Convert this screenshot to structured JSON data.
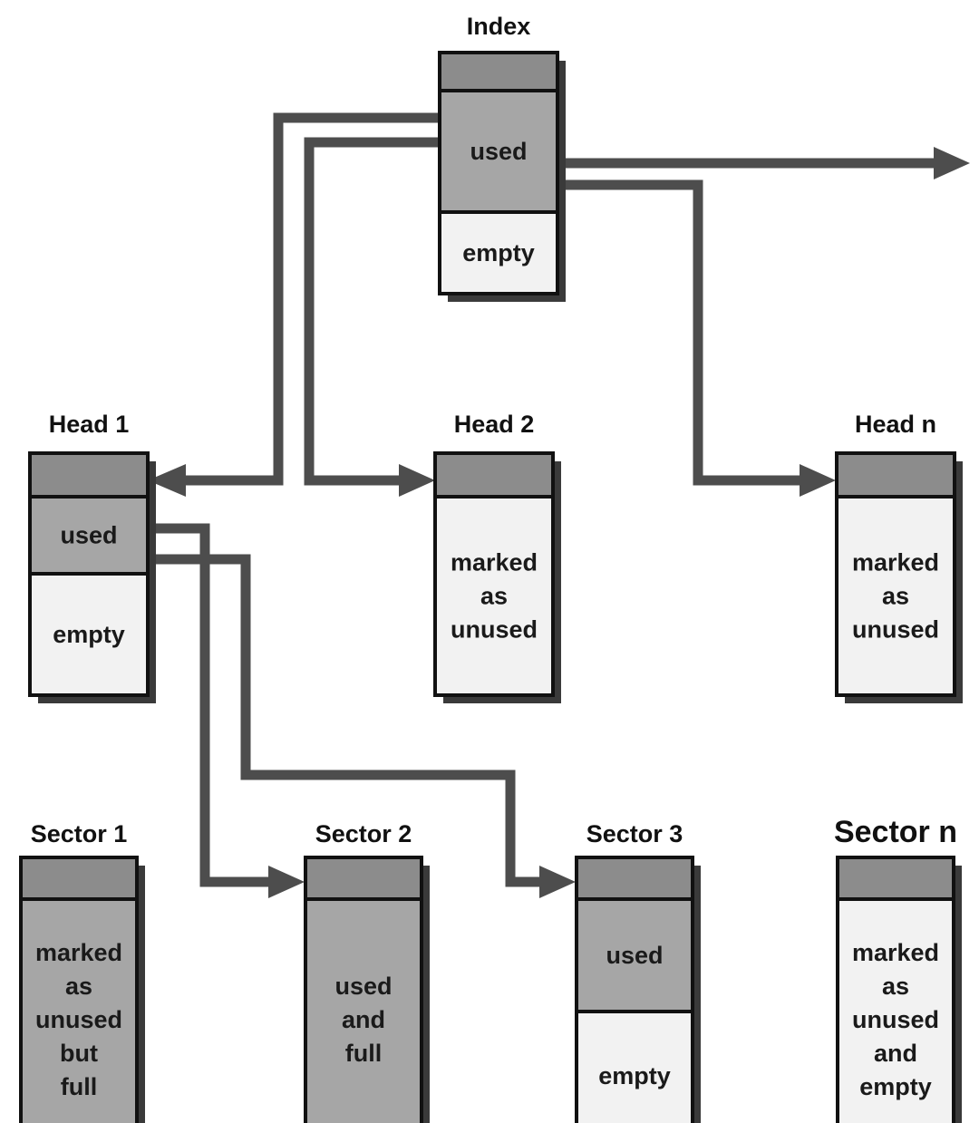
{
  "colors": {
    "header": "#8c8c8c",
    "used": "#a6a6a6",
    "empty": "#f2f2f2",
    "arrow": "#4d4d4d"
  },
  "blocks": {
    "index": {
      "title": "Index",
      "cells": [
        {
          "fill": "header",
          "lines": []
        },
        {
          "fill": "used",
          "lines": [
            "used"
          ]
        },
        {
          "fill": "empty",
          "lines": [
            "empty"
          ]
        }
      ]
    },
    "head1": {
      "title": "Head 1",
      "cells": [
        {
          "fill": "header",
          "lines": []
        },
        {
          "fill": "used",
          "lines": [
            "used"
          ]
        },
        {
          "fill": "empty",
          "lines": [
            "empty"
          ]
        }
      ]
    },
    "head2": {
      "title": "Head 2",
      "cells": [
        {
          "fill": "header",
          "lines": []
        },
        {
          "fill": "empty",
          "lines": [
            "marked",
            "as",
            "unused"
          ]
        }
      ]
    },
    "headn": {
      "title": "Head n",
      "cells": [
        {
          "fill": "header",
          "lines": []
        },
        {
          "fill": "empty",
          "lines": [
            "marked",
            "as",
            "unused"
          ]
        }
      ]
    },
    "sector1": {
      "title": "Sector 1",
      "cells": [
        {
          "fill": "header",
          "lines": []
        },
        {
          "fill": "used",
          "lines": [
            "marked",
            "as",
            "unused",
            "but",
            "full"
          ]
        }
      ]
    },
    "sector2": {
      "title": "Sector 2",
      "cells": [
        {
          "fill": "header",
          "lines": []
        },
        {
          "fill": "used",
          "lines": [
            "used",
            "and",
            "full"
          ]
        }
      ]
    },
    "sector3": {
      "title": "Sector 3",
      "cells": [
        {
          "fill": "header",
          "lines": []
        },
        {
          "fill": "used",
          "lines": [
            "used"
          ]
        },
        {
          "fill": "empty",
          "lines": [
            "empty"
          ]
        }
      ]
    },
    "sectorn": {
      "title": "Sector n",
      "cells": [
        {
          "fill": "header",
          "lines": []
        },
        {
          "fill": "empty",
          "lines": [
            "marked",
            "as",
            "unused",
            "and",
            "empty"
          ]
        }
      ]
    }
  }
}
